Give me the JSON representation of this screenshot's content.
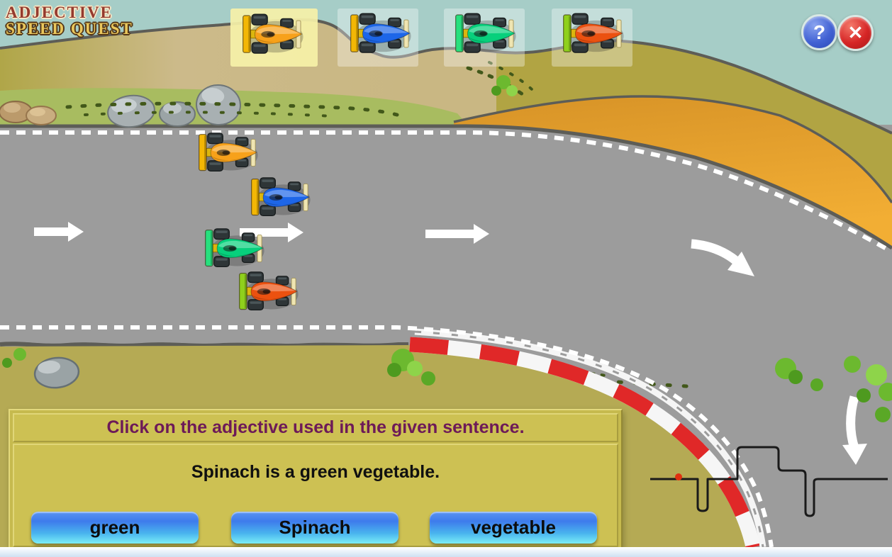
{
  "app": {
    "title_line1": "ADJECTIVE",
    "title_line2": "SPEED QUEST"
  },
  "toolbar": {
    "help_glyph": "?",
    "close_glyph": "✕"
  },
  "car_selector": {
    "slots": [
      {
        "name": "orange car",
        "selected": true
      },
      {
        "name": "blue car",
        "selected": false
      },
      {
        "name": "green car",
        "selected": false
      },
      {
        "name": "red car",
        "selected": false
      }
    ]
  },
  "race_track": {
    "cars": [
      "orange",
      "blue",
      "green",
      "red"
    ],
    "direction": "right"
  },
  "question_panel": {
    "instruction": "Click on the adjective used in the given sentence.",
    "sentence": "Spinach is a green vegetable.",
    "answers": [
      {
        "label": "green"
      },
      {
        "label": "Spinach"
      },
      {
        "label": "vegetable"
      }
    ]
  },
  "minimap": {
    "marker": "red-dot-start"
  },
  "colors": {
    "sky": "#a6cdc7",
    "grass": "#b5aa54",
    "road": "#9c9c9c",
    "dirt_band": "#e8a32e",
    "curb_red": "#e02828",
    "panel_bg": "#c6ba4e",
    "instruction_text": "#6d1a58",
    "answer_button_top": "#3e7bec",
    "answer_button_bottom": "#7beef8"
  }
}
